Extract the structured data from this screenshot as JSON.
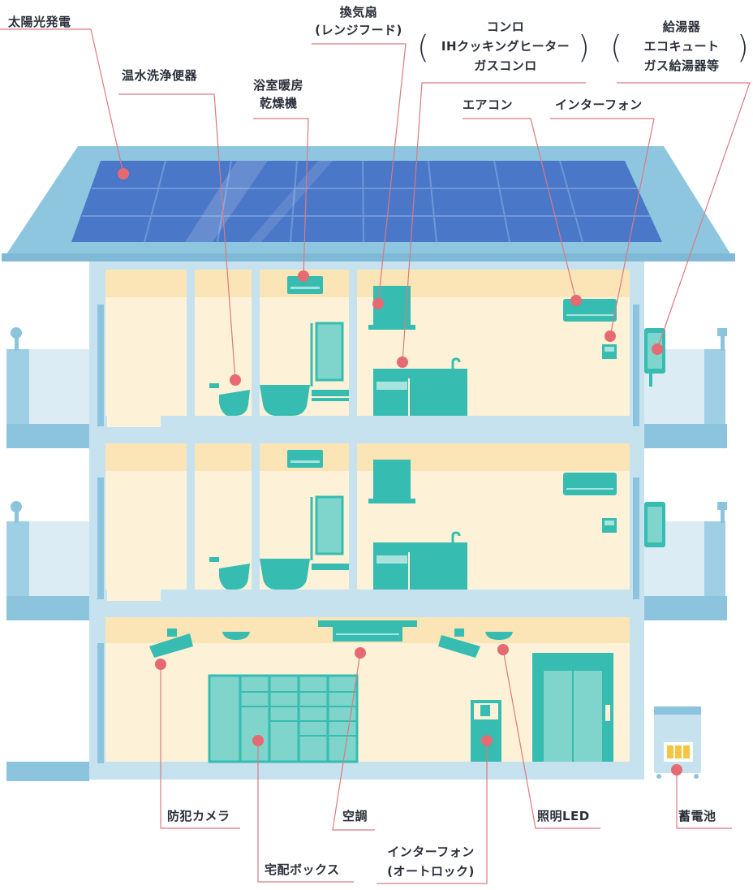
{
  "labels": {
    "solar": "太陽光発電",
    "toilet": "温水洗浄便器",
    "bath_dryer_1": "浴室暖房",
    "bath_dryer_2": "乾燥機",
    "range_hood_1": "換気扇",
    "range_hood_2": "(レンジフード)",
    "stove_1": "コンロ",
    "stove_2": "IHクッキングヒーター",
    "stove_3": "ガスコンロ",
    "water_heater_1": "給湯器",
    "water_heater_2": "エコキュート",
    "water_heater_3": "ガス給湯器等",
    "aircon": "エアコン",
    "intercom": "インターフォン",
    "camera": "防犯カメラ",
    "hvac": "空調",
    "lighting": "照明LED",
    "battery": "蓄電池",
    "delivery_box": "宅配ボックス",
    "autolock_1": "インターフォン",
    "autolock_2": "(オートロック)"
  },
  "colors": {
    "roof": "#8ec6e0",
    "panel": "#4a77c8",
    "wall": "#c6e2ef",
    "room": "#fdf2d8",
    "room_band": "#fbe4b6",
    "equipment": "#36bcb1",
    "marker": "#e56a72",
    "leader": "#d97a82",
    "balcony": "#8cc4de"
  }
}
